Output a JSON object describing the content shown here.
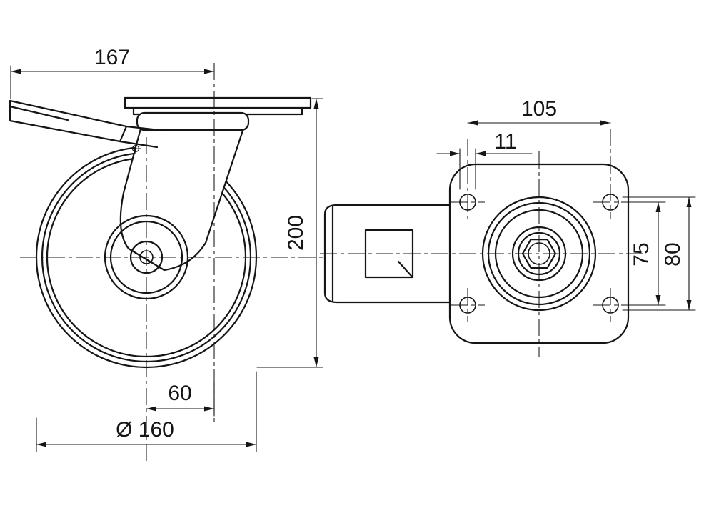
{
  "drawing": {
    "name": "Swivel caster with brake - dimensioned technical drawing",
    "side_view": {
      "dim_overall_length": "167",
      "dim_overall_height": "200",
      "dim_swivel_offset": "60",
      "dim_wheel_diameter": "Ø 160"
    },
    "top_view": {
      "dim_bolt_spacing_width": "105",
      "dim_bolt_hole_diameter": "11",
      "dim_bolt_spacing_height_min": "75",
      "dim_bolt_spacing_height_max": "80"
    },
    "colors": {
      "line": "#151515",
      "background": "#ffffff"
    }
  }
}
